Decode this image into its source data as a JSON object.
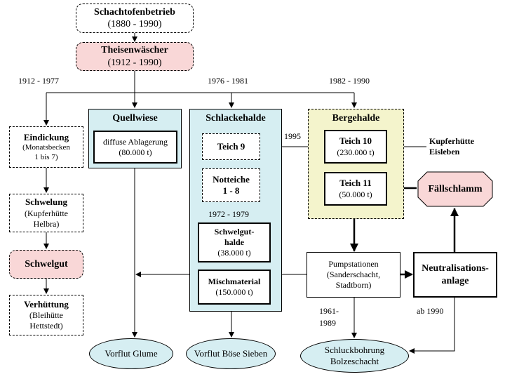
{
  "nodes": {
    "schachtofen": {
      "title": "Schachtofenbetrieb",
      "sub": "(1880 - 1990)"
    },
    "theisen": {
      "title": "Theisenwäscher",
      "sub": "(1912 - 1990)"
    },
    "eindickung": {
      "title": "Eindickung",
      "sub1": "(Monatsbecken",
      "sub2": "1 bis 7)"
    },
    "schwelung": {
      "title": "Schwelung",
      "sub1": "(Kupferhütte",
      "sub2": "Helbra)"
    },
    "schwelgut": {
      "title": "Schwelgut"
    },
    "verhuettung": {
      "title": "Verhüttung",
      "sub1": "(Bleihütte",
      "sub2": "Hettstedt)"
    },
    "quellwiese": {
      "title": "Quellwiese"
    },
    "diffuse": {
      "line1": "diffuse Ablagerung",
      "line2": "(80.000 t)"
    },
    "schlackehalde": {
      "title": "Schlackehalde"
    },
    "teich9": {
      "title": "Teich 9"
    },
    "notteiche": {
      "line1": "Notteiche",
      "line2": "1 - 8"
    },
    "schwelguthalde": {
      "line1": "Schwelgut-",
      "line2": "halde",
      "line3": "(38.000 t)"
    },
    "mischmaterial": {
      "line1": "Mischmaterial",
      "line2": "(150.000 t)"
    },
    "bergehalde": {
      "title": "Bergehalde"
    },
    "teich10": {
      "title": "Teich 10",
      "sub": "(230.000 t)"
    },
    "teich11": {
      "title": "Teich 11",
      "sub": "(50.000 t)"
    },
    "kupferhuette": {
      "line1": "Kupferhütte",
      "line2": "Eisleben"
    },
    "faellschlamm": {
      "title": "Fällschlamm"
    },
    "pumpstationen": {
      "line1": "Pumpstationen",
      "line2": "(Sanderschacht,",
      "line3": "Stadtborn)"
    },
    "neutralisation": {
      "line1": "Neutralisations-",
      "line2": "anlage"
    },
    "vorflut_glume": {
      "title": "Vorflut Glume"
    },
    "vorflut_boese": {
      "title": "Vorflut Böse Sieben"
    },
    "schluckbohrung": {
      "line1": "Schluckbohrung",
      "line2": "Bolzeschacht"
    }
  },
  "labels": {
    "p1912": "1912 - 1977",
    "p1976": "1976 - 1981",
    "p1982": "1982 - 1990",
    "y1995": "1995",
    "p1972": "1972 - 1979",
    "p1961a": "1961-",
    "p1961b": "1989",
    "ab1990": "ab 1990"
  }
}
